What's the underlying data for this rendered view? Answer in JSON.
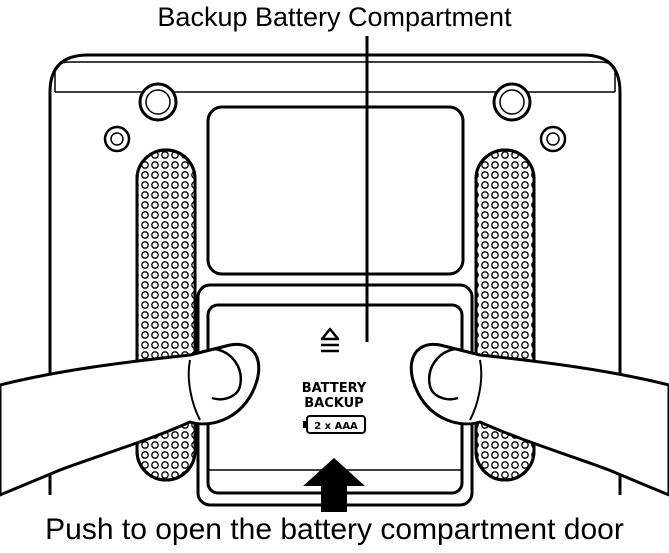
{
  "diagram": {
    "title": "Backup Battery Compartment",
    "door_label_line1": "BATTERY",
    "door_label_line2": "BACKUP",
    "battery_spec": "2 x AAA",
    "caption": "Push to open the battery compartment door"
  }
}
